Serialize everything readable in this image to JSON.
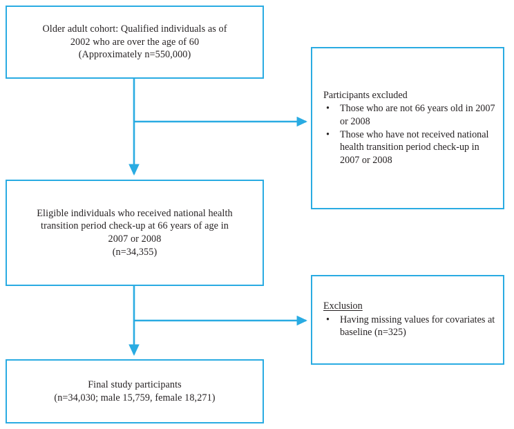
{
  "figure": {
    "type": "flowchart",
    "orientation": "top-to-bottom with right-side exclusion branches",
    "accent_color": "#29abe2",
    "text_color": "#231f20",
    "background_color": "#ffffff"
  },
  "nodes": {
    "cohort": {
      "name": "older-adult-cohort-box",
      "text": "Older adult cohort: Qualified individuals as of\n2002 who are over the age of 60\n(Approximately n=550,000)"
    },
    "eligible": {
      "name": "eligible-individuals-box",
      "text": "Eligible  individuals who received national health\ntransition period check-up at 66 years of age in\n2007 or 2008\n(n=34,355)"
    },
    "final": {
      "name": "final-study-participants-box",
      "text": "Final study participants\n(n=34,030; male 15,759, female 18,271)"
    },
    "excluded": {
      "name": "participants-excluded-box",
      "title": "Participants excluded",
      "bullets": [
        "Those who are not 66 years old in 2007 or 2008",
        "Those who have not received national health transition period check-up in 2007 or 2008"
      ],
      "bullet_glyph": "•"
    },
    "exclusion": {
      "name": "exclusion-box",
      "title": "Exclusion",
      "bullets": [
        "Having missing values for covariates at baseline (n=325)"
      ],
      "bullet_glyph": "•"
    }
  },
  "connectors": [
    {
      "name": "cohort-to-eligible-arrow",
      "from": "cohort",
      "to": "eligible",
      "direction": "down"
    },
    {
      "name": "cohort-to-excluded-arrow",
      "from": "cohort",
      "to": "excluded",
      "direction": "right"
    },
    {
      "name": "eligible-to-final-arrow",
      "from": "eligible",
      "to": "final",
      "direction": "down"
    },
    {
      "name": "eligible-to-exclusion-arrow",
      "from": "eligible",
      "to": "exclusion",
      "direction": "right"
    }
  ],
  "counts": {
    "initial_cohort_approx": 550000,
    "eligible": 34355,
    "excluded_missing_covariates": 325,
    "final_total": 34030,
    "final_male": 15759,
    "final_female": 18271
  }
}
